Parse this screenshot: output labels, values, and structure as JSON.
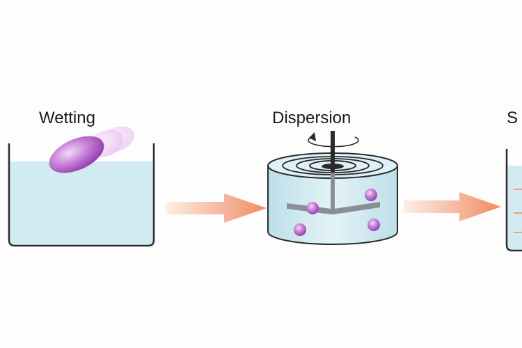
{
  "stages": [
    {
      "id": "wetting",
      "label": "Wetting"
    },
    {
      "id": "dispersion",
      "label": "Dispersion"
    },
    {
      "id": "stabilization",
      "label": "S"
    }
  ],
  "colors": {
    "liquid": "#cfe8f0",
    "liquid_edge": "#b7dbe6",
    "vessel_outline": "#2b2b2b",
    "particle": "#a24bb7",
    "particle_light": "#e3b9ee",
    "arrow": "#f3a080",
    "arrow_light": "#fbe0d4",
    "impeller": "#8a8f93"
  },
  "icons": [
    "rotation-arrow-icon",
    "stirrer-shaft",
    "process-arrow-icon"
  ]
}
